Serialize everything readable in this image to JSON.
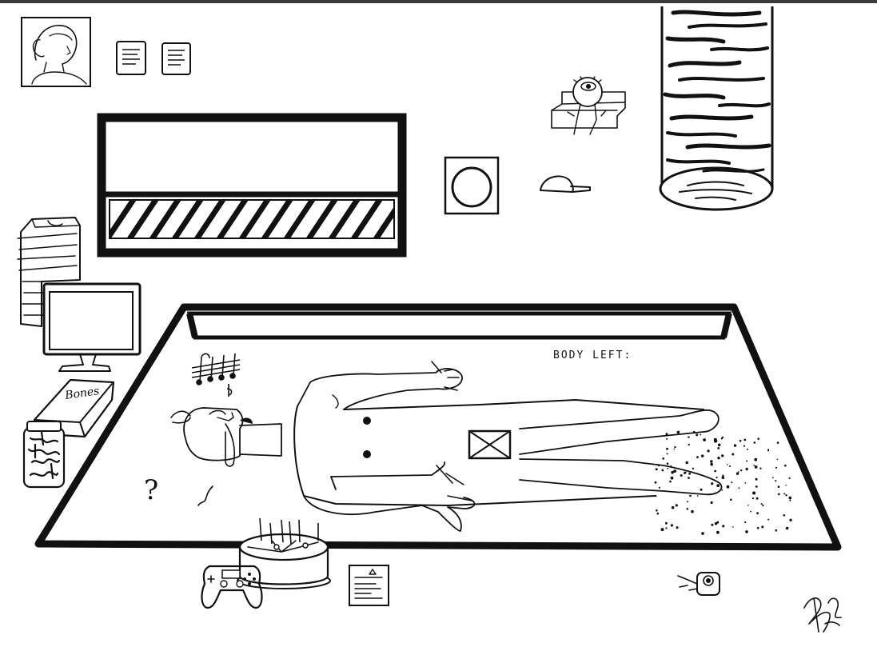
{
  "scene": {
    "body_left_label": "BODY LEFT:",
    "book_title": "Bones",
    "question_mark": "?"
  },
  "items": {
    "portrait": "portrait-frame",
    "notes": [
      "note-paper",
      "note-paper"
    ],
    "progress_panel": "progress-panel",
    "clock": "wall-clock",
    "cap": "baseball-cap",
    "eyeball_couch": "eyeball-on-couch",
    "log_pillar": "wooden-log-pillar",
    "tower": "paper-stack-tower",
    "monitor": "computer-monitor",
    "jar": "pickle-jar",
    "cake": "birthday-cake",
    "controller": "game-controller",
    "document": "floor-document",
    "device": "small-device",
    "signature": "artist-signature"
  },
  "colors": {
    "ink": "#111111",
    "paper": "#ffffff",
    "top_bar": "#3b3b3b"
  }
}
